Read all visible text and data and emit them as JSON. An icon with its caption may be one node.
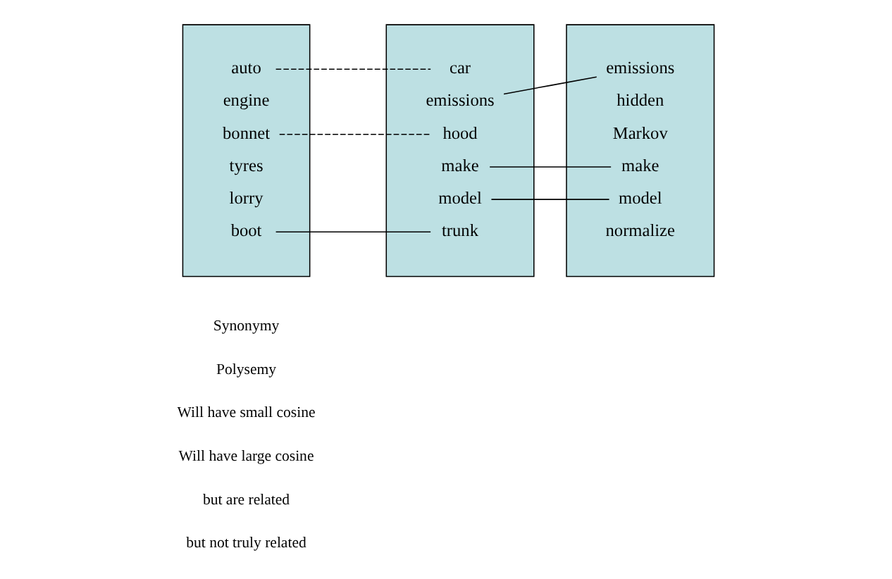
{
  "diagram": {
    "nodes": [
      {
        "text": [],
        "shape": "box"
      },
      {
        "text": [
          "auto"
        ],
        "in": 0
      },
      {
        "text": [
          "engine"
        ],
        "in": 0
      },
      {
        "text": [
          "bonnet"
        ],
        "in": 0
      },
      {
        "text": [
          "tyres"
        ],
        "in": 0
      },
      {
        "text": [
          "lorry"
        ],
        "in": 0
      },
      {
        "text": [
          "boot"
        ],
        "in": 0
      },
      {
        "text": [],
        "shape": "box"
      },
      {
        "text": [
          "car"
        ],
        "in": 7
      },
      {
        "text": [
          "emissions"
        ],
        "in": 7
      },
      {
        "text": [
          "hood"
        ],
        "in": 7
      },
      {
        "text": [
          "make"
        ],
        "in": 7
      },
      {
        "text": [
          "model"
        ],
        "in": 7
      },
      {
        "text": [
          "trunk"
        ],
        "in": 7
      },
      {
        "text": [],
        "shape": "box"
      },
      {
        "text": [
          "make"
        ],
        "in": 14
      },
      {
        "text": [
          "hidden"
        ],
        "in": 14
      },
      {
        "text": [
          "Markov"
        ],
        "in": 14
      },
      {
        "text": [
          "model"
        ],
        "in": 14
      },
      {
        "text": [
          "emissions"
        ],
        "in": 14
      },
      {
        "text": [
          "normalize"
        ],
        "in": 14
      }
    ],
    "edges": [
      {
        "from": 1,
        "to": 8,
        "arrow": "none",
        "style": "dashed"
      },
      {
        "from": 3,
        "to": 10,
        "arrow": "none",
        "style": "dashed"
      },
      {
        "from": 6,
        "to": 13,
        "arrow": "none"
      },
      {
        "from": 9,
        "to": 19,
        "arrow": "none"
      },
      {
        "from": 11,
        "to": 15,
        "arrow": "none"
      },
      {
        "from": 12,
        "to": 18,
        "arrow": "none"
      }
    ],
    "labels": [
      "Synonymy",
      "Polysemy",
      "Will have small cosine",
      "Will have large cosine",
      "but are related",
      "but not truly related"
    ]
  }
}
